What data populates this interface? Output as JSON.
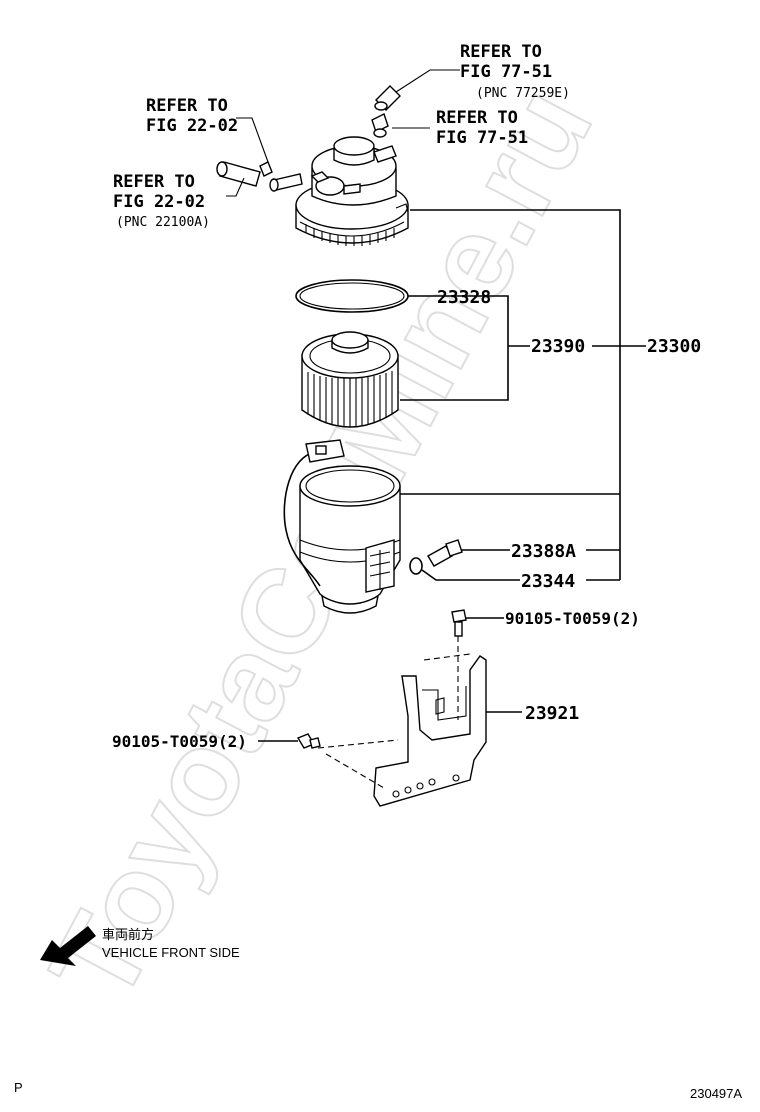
{
  "diagram": {
    "callouts": {
      "refer_fig_77_51_pnc": {
        "line1": "REFER TO",
        "line2": "FIG 77-51",
        "line3": "(PNC 77259E)"
      },
      "refer_fig_77_51": {
        "line1": "REFER TO",
        "line2": "FIG 77-51"
      },
      "refer_fig_22_02": {
        "line1": "REFER TO",
        "line2": "FIG 22-02"
      },
      "refer_fig_22_02_pnc": {
        "line1": "REFER TO",
        "line2": "FIG 22-02",
        "line3": "(PNC 22100A)"
      }
    },
    "parts": {
      "p23328": "23328",
      "p23390": "23390",
      "p23300": "23300",
      "p23388a": "23388A",
      "p23344": "23344",
      "p90105_top": "90105-T0059(2)",
      "p23921": "23921",
      "p90105_left": "90105-T0059(2)"
    },
    "vehicle_front": {
      "jp": "車両前方",
      "en": "VEHICLE FRONT SIDE"
    },
    "footer": {
      "left": "P",
      "right": "230497A"
    },
    "watermark": "ToyotaCarMine.ru"
  }
}
